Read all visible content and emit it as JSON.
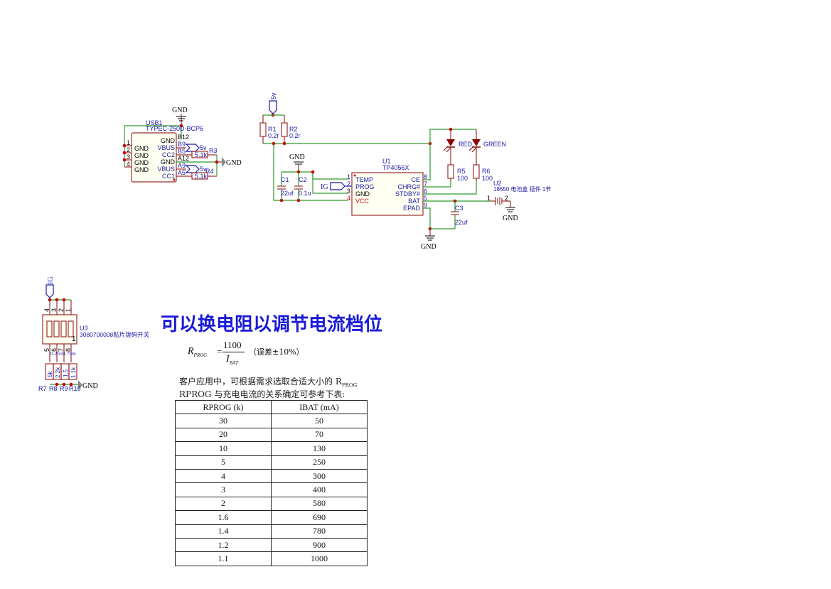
{
  "schematic": {
    "usb": {
      "ref": "USB1",
      "value": "TYPEC-250D-BCP6",
      "left_pin_nums": [
        "1",
        "2",
        "3",
        "4"
      ],
      "left_pin_names": [
        "GND",
        "GND",
        "GND",
        "GND"
      ],
      "right_pin_names": [
        "GND",
        "VBUS",
        "CC2",
        "GND",
        "VBUS",
        "CC1"
      ],
      "right_pin_ids": [
        "B12",
        "B9",
        "B5",
        "A12",
        "A9",
        "A5"
      ],
      "net_5v_a": "5v",
      "net_5v_b": "5v",
      "r3": {
        "ref": "R3",
        "value": "5.1k"
      },
      "r4": {
        "ref": "R4",
        "value": "5.1k"
      },
      "gnd_top": "GND",
      "gnd_right": "GND"
    },
    "input_power": {
      "port_5v": "5v",
      "r1": {
        "ref": "R1",
        "value": "0.2r"
      },
      "r2": {
        "ref": "R2",
        "value": "0.2r"
      },
      "c1": {
        "ref": "C1",
        "value": "22uf"
      },
      "c2": {
        "ref": "C2",
        "value": "0.1u"
      },
      "gnd": "GND",
      "ig_port": "IG"
    },
    "u1": {
      "ref": "U1",
      "value": "TP4056X",
      "left_pins": [
        {
          "num": "1",
          "name": "TEMP"
        },
        {
          "num": "2",
          "name": "PROG"
        },
        {
          "num": "3",
          "name": "GND"
        },
        {
          "num": "4",
          "name": "VCC"
        }
      ],
      "right_pins": [
        {
          "num": "8",
          "name": "CE"
        },
        {
          "num": "7",
          "name": "CHRG#"
        },
        {
          "num": "6",
          "name": "STDBY#"
        },
        {
          "num": "5",
          "name": "BAT"
        },
        {
          "num": "9",
          "name": "EPAD"
        }
      ],
      "gnd": "GND"
    },
    "leds": {
      "red": "RED",
      "green": "GREEN",
      "r5": {
        "ref": "R5",
        "value": "100"
      },
      "r6": {
        "ref": "R6",
        "value": "100"
      }
    },
    "battery": {
      "ref": "U2",
      "value": "18650 电池盒 插件 1节",
      "pin1": "1",
      "pin2": "2",
      "gnd": "GND"
    },
    "c3": {
      "ref": "C3",
      "value": "22uf",
      "gnd": "GND"
    },
    "dip": {
      "port": "IG",
      "ref": "U3",
      "value": "3080700008贴片拨码开关",
      "top_pins": [
        "4",
        "3",
        "2",
        "1"
      ],
      "bottom_pins": [
        "5",
        "6",
        "7",
        "8"
      ],
      "switch_mark": "1",
      "current_labels": "0.25",
      "current_labels_overlap": "0.2550.75m",
      "resistors": [
        {
          "ref": "R7",
          "value": "5k"
        },
        {
          "ref": "R8",
          "value": "2.2k"
        },
        {
          "ref": "R9",
          "value": "1.5"
        },
        {
          "ref": "R10",
          "value": "1.1k"
        }
      ],
      "gnd": "GND"
    }
  },
  "notes": {
    "title": "可以换电阻以调节电流档位",
    "formula": {
      "lhs": "R",
      "lhs_sub": "PROG",
      "numerator": "1100",
      "denominator": "I",
      "denominator_sub": "BAT",
      "tolerance": "（误差±10%）"
    },
    "para1": "客户应用中，可根据需求选取合适大小的 R",
    "para1_sub": "PROG",
    "para2": "RPROG 与充电电流的关系确定可参考下表:"
  },
  "table": {
    "headers": [
      "RPROG (k)",
      "IBAT (mA)"
    ],
    "rows": [
      [
        "30",
        "50"
      ],
      [
        "20",
        "70"
      ],
      [
        "10",
        "130"
      ],
      [
        "5",
        "250"
      ],
      [
        "4",
        "300"
      ],
      [
        "3",
        "400"
      ],
      [
        "2",
        "580"
      ],
      [
        "1.6",
        "690"
      ],
      [
        "1.4",
        "780"
      ],
      [
        "1.2",
        "900"
      ],
      [
        "1.1",
        "1000"
      ]
    ]
  }
}
